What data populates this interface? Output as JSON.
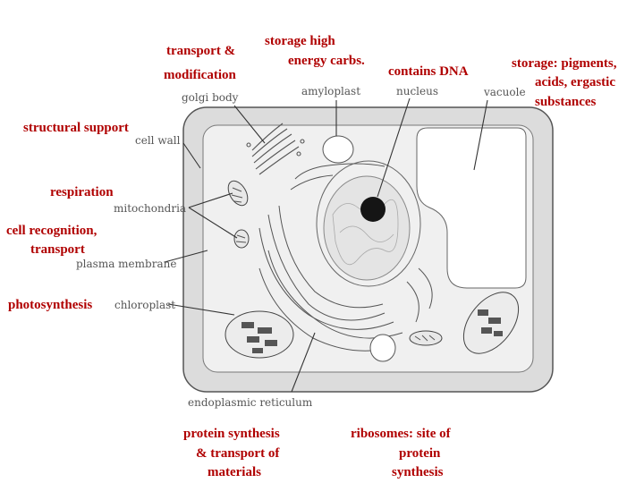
{
  "structure_labels": {
    "golgi_body": "golgi body",
    "amyloplast": "amyloplast",
    "nucleus": "nucleus",
    "vacuole": "vacuole",
    "cell_wall": "cell wall",
    "mitochondria": "mitochondria",
    "plasma_membrane": "plasma membrane",
    "chloroplast": "chloroplast",
    "endoplasmic_reticulum": "endoplasmic reticulum"
  },
  "function_labels": {
    "golgi": [
      "transport &",
      "modification"
    ],
    "amyloplast": [
      "storage high",
      "energy carbs."
    ],
    "nucleus": [
      "contains DNA"
    ],
    "vacuole": [
      "storage: pigments,",
      "acids, ergastic",
      "substances"
    ],
    "cell_wall": [
      "structural support"
    ],
    "mitochondria": [
      "respiration"
    ],
    "plasma_membrane": [
      "cell recognition,",
      "transport"
    ],
    "chloroplast": [
      "photosynthesis"
    ],
    "endoplasmic_reticulum": [
      "protein synthesis",
      "& transport of",
      "materials"
    ],
    "ribosomes": [
      "ribosomes: site of",
      "protein",
      "synthesis"
    ]
  },
  "colors": {
    "function_text": "#b00000",
    "structure_text": "#555555",
    "cell_wall_fill": "#dcdcdc",
    "cytoplasm_fill": "#f0f0f0"
  }
}
